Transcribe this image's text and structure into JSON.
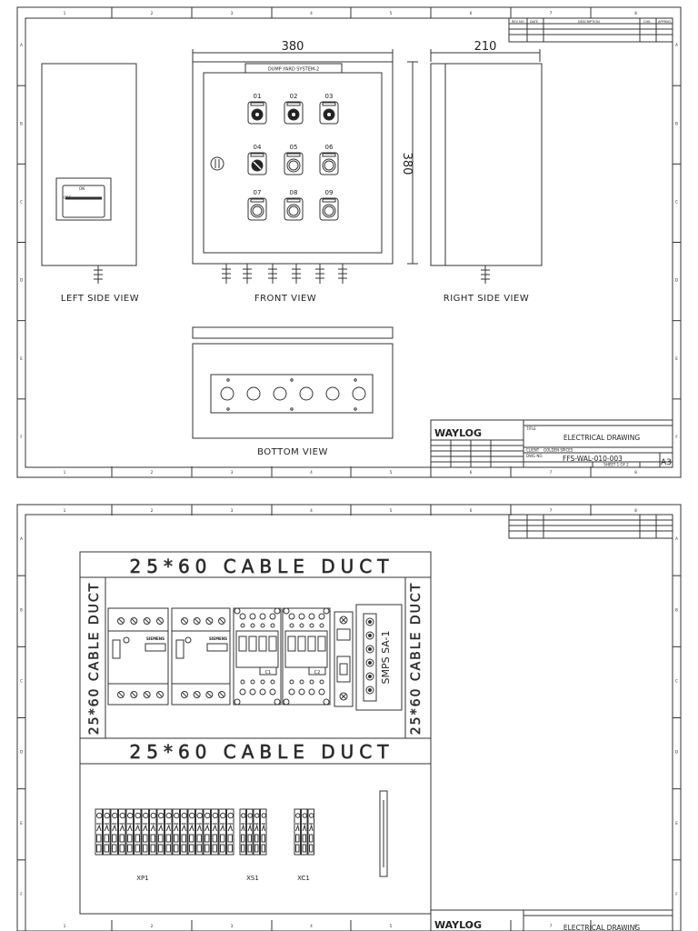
{
  "sheet1": {
    "grid_cols": [
      "1",
      "2",
      "3",
      "4",
      "5",
      "6",
      "7",
      "8"
    ],
    "grid_rows": [
      "A",
      "B",
      "C",
      "D",
      "E",
      "F"
    ],
    "front_width": "380",
    "front_height": "380",
    "side_width": "210",
    "nameplate": "DUMP YARD SYSTEM-2",
    "button_ids": [
      "01",
      "02",
      "03",
      "04",
      "05",
      "06",
      "07",
      "08",
      "09"
    ],
    "switch_on": "ON",
    "switch_off": "OFF",
    "left_view": "LEFT SIDE VIEW",
    "front_view": "FRONT VIEW",
    "right_view": "RIGHT SIDE VIEW",
    "bottom_view": "BOTTOM VIEW",
    "title_block": {
      "company": "WAYLOG",
      "title_label": "TITLE",
      "title": "ELECTRICAL DRAWING",
      "client_label": "CLIENT",
      "client": "GOLDEN SPICES",
      "dwg_label": "DWG NO.",
      "dwg_no": "FFS-WAL-010-003",
      "size": "A3",
      "sheet": "SHEET 1 OF 2",
      "rev_label": "REV NO.",
      "date_label": "DATE",
      "desc_label": "DESCRIPTION",
      "chk_label": "CHK.",
      "apprvd_label": "APPRVD."
    }
  },
  "sheet2": {
    "duct_horizontal": "25*60 CABLE DUCT",
    "duct_vertical": "25*60 CABLE DUCT",
    "brand": "SIEMENS",
    "contactor_c1": "C1",
    "contactor_c2": "C2",
    "smps": "SMPS SA-1",
    "terminal_xp1": "XP1",
    "terminal_xs1": "XS1",
    "terminal_xc1": "XC1",
    "company": "WAYLOG",
    "title": "ELECTRICAL DRAWING"
  }
}
